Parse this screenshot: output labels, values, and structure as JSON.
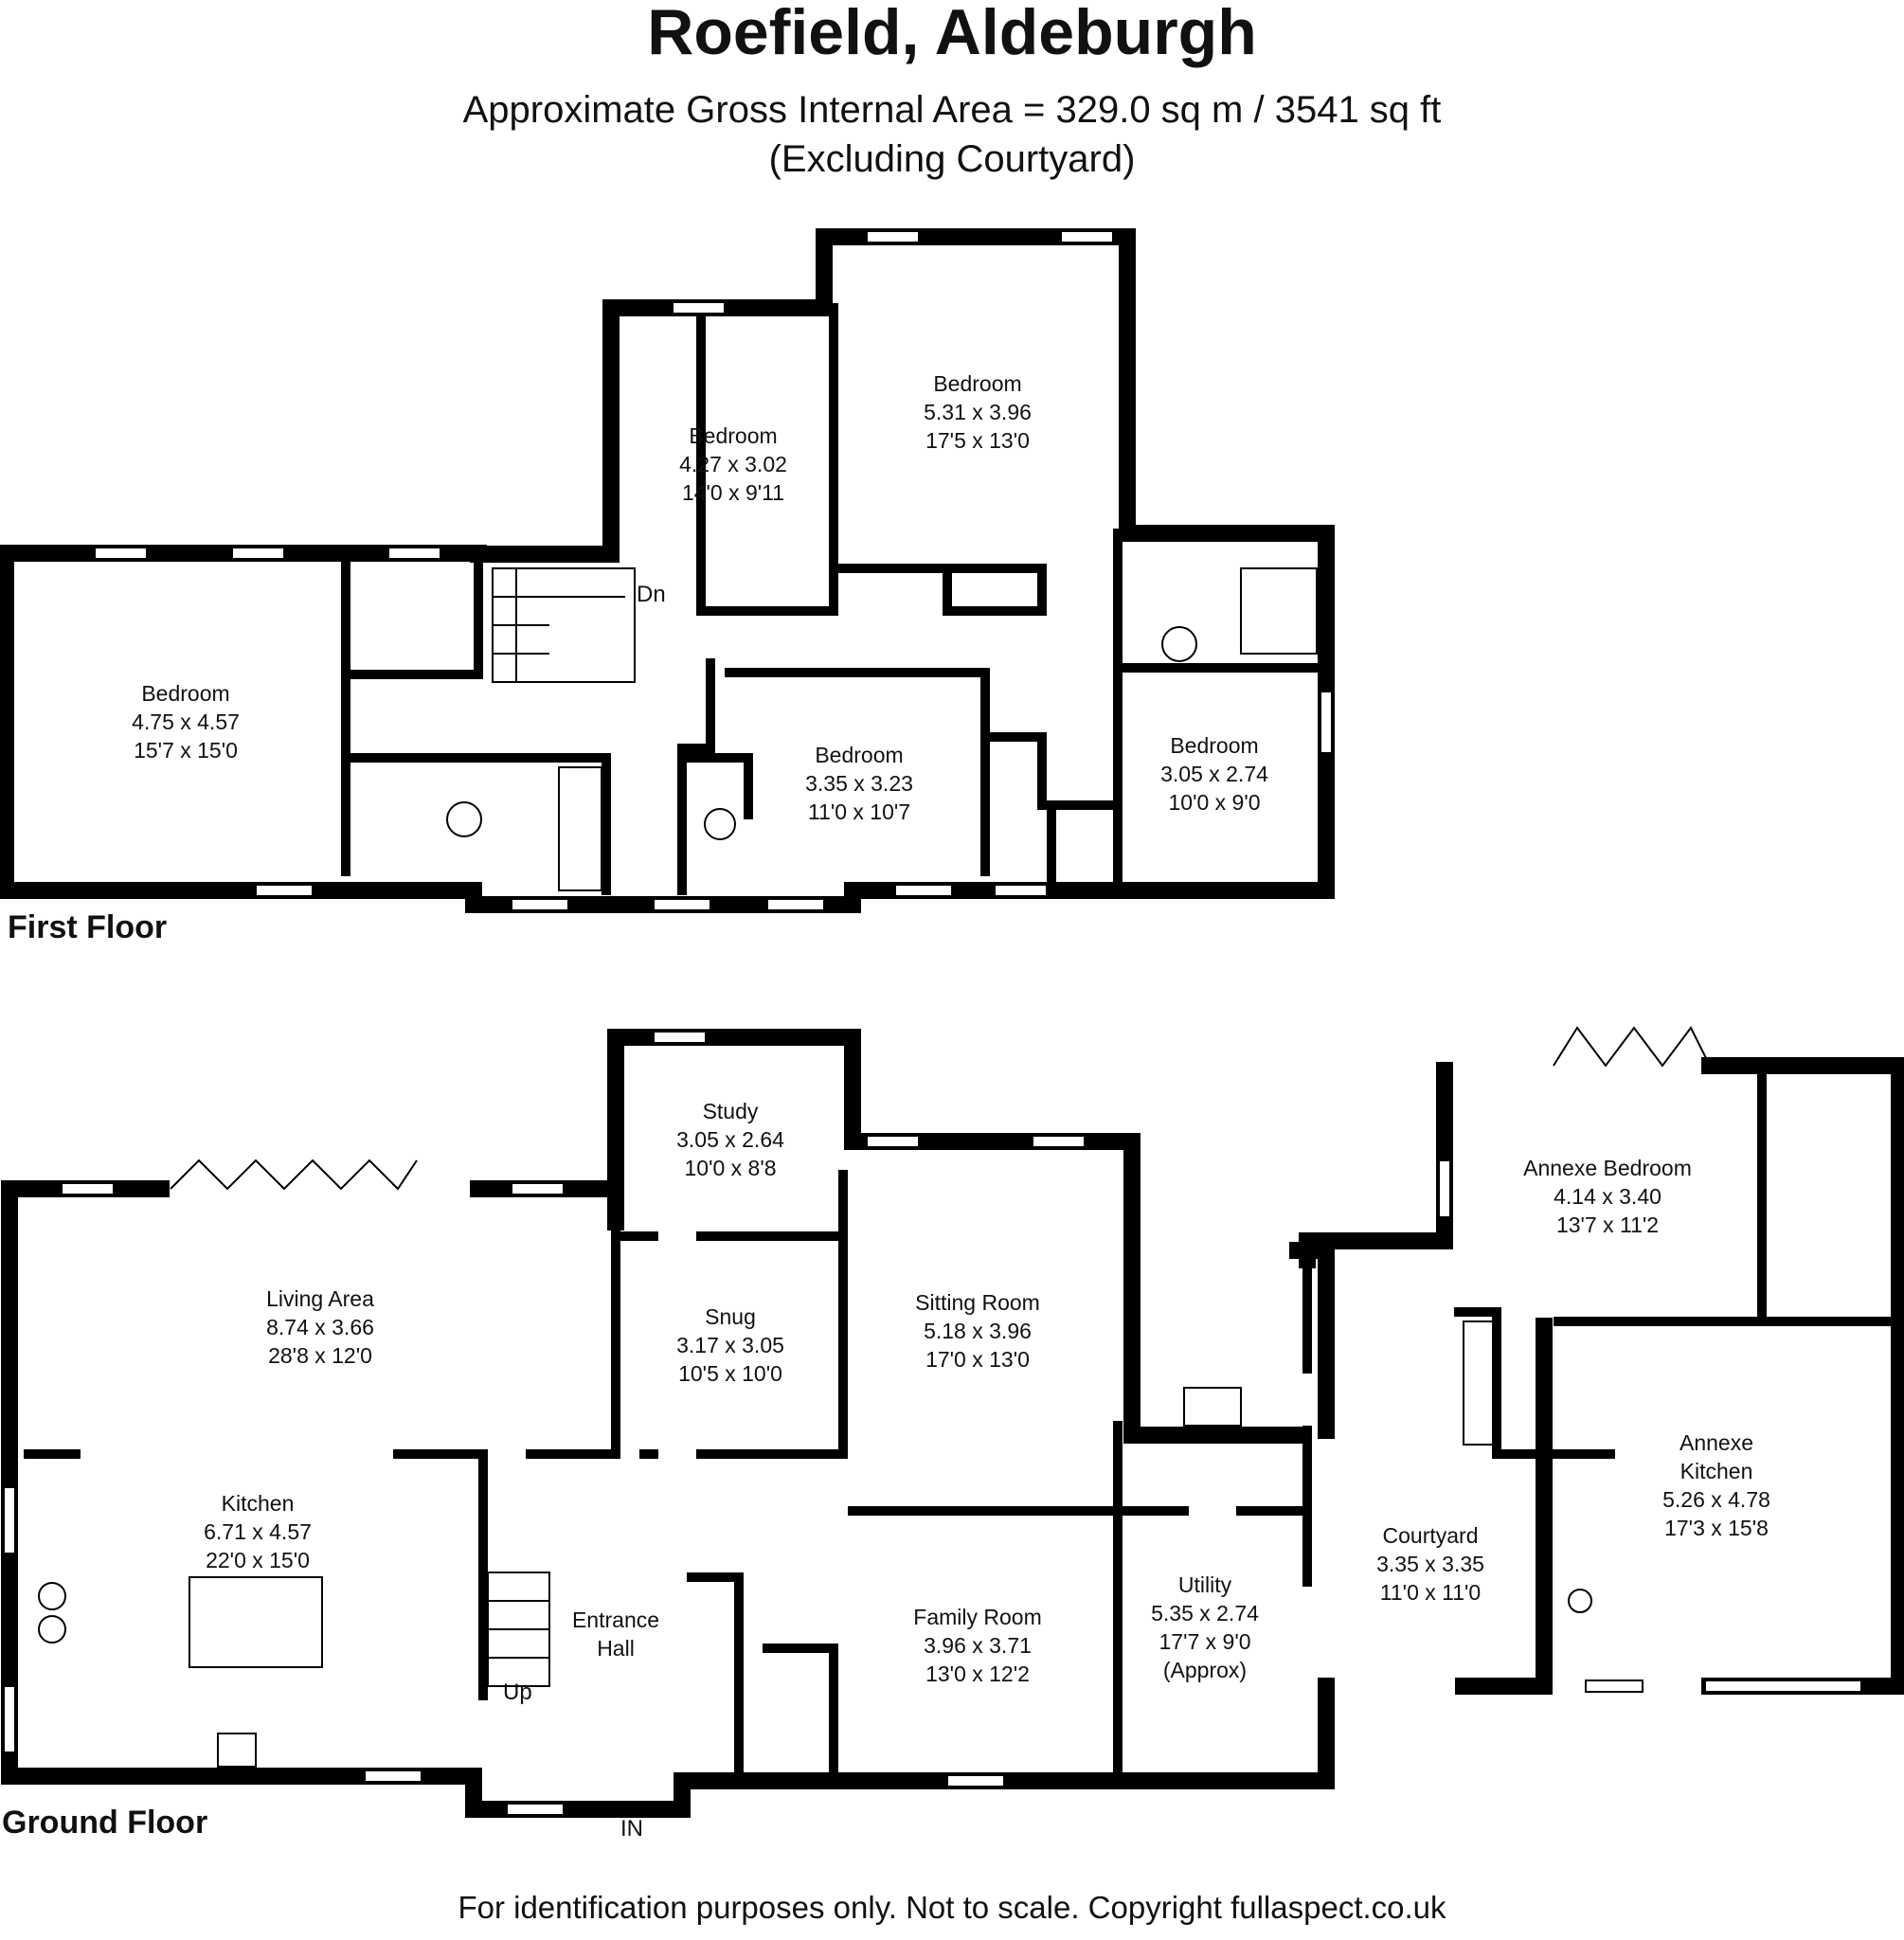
{
  "header": {
    "title": "Roefield, Aldeburgh",
    "area": "Approximate Gross Internal Area = 329.0 sq m / 3541 sq ft",
    "note": "(Excluding Courtyard)"
  },
  "floors": {
    "first": "First Floor",
    "ground": "Ground Floor"
  },
  "first_floor_rooms": [
    {
      "name": "Bedroom",
      "metric": "4.75 x 4.57",
      "imperial": "15'7 x 15'0"
    },
    {
      "name": "Bedroom",
      "metric": "4.27 x 3.02",
      "imperial": "14'0 x 9'11"
    },
    {
      "name": "Bedroom",
      "metric": "5.31 x 3.96",
      "imperial": "17'5 x 13'0"
    },
    {
      "name": "Bedroom",
      "metric": "3.35 x 3.23",
      "imperial": "11'0 x 10'7"
    },
    {
      "name": "Bedroom",
      "metric": "3.05 x 2.74",
      "imperial": "10'0 x 9'0"
    }
  ],
  "ground_floor_rooms": {
    "living": {
      "name": "Living Area",
      "metric": "8.74 x 3.66",
      "imperial": "28'8 x 12'0"
    },
    "kitchen": {
      "name": "Kitchen",
      "metric": "6.71 x 4.57",
      "imperial": "22'0 x 15'0"
    },
    "study": {
      "name": "Study",
      "metric": "3.05 x 2.64",
      "imperial": "10'0 x 8'8"
    },
    "snug": {
      "name": "Snug",
      "metric": "3.17 x 3.05",
      "imperial": "10'5 x 10'0"
    },
    "sitting": {
      "name": "Sitting Room",
      "metric": "5.18 x 3.96",
      "imperial": "17'0 x 13'0"
    },
    "hall_1": "Entrance",
    "hall_2": "Hall",
    "family": {
      "name": "Family Room",
      "metric": "3.96 x 3.71",
      "imperial": "13'0 x 12'2"
    },
    "utility": {
      "name": "Utility",
      "metric": "5.35 x 2.74",
      "imperial": "17'7 x 9'0",
      "extra": "(Approx)"
    },
    "courtyard": {
      "name": "Courtyard",
      "metric": "3.35 x 3.35",
      "imperial": "11'0 x 11'0"
    },
    "annexe_bed": {
      "name": "Annexe Bedroom",
      "metric": "4.14 x 3.40",
      "imperial": "13'7 x 11'2"
    },
    "annexe_kit_1": "Annexe",
    "annexe_kit_2": "Kitchen",
    "annexe_kit_metric": "5.26 x 4.78",
    "annexe_kit_imperial": "17'3 x 15'8"
  },
  "labels": {
    "dn": "Dn",
    "up": "Up",
    "in": "IN"
  },
  "footer": "For identification purposes only. Not to scale. Copyright fullaspect.co.uk"
}
